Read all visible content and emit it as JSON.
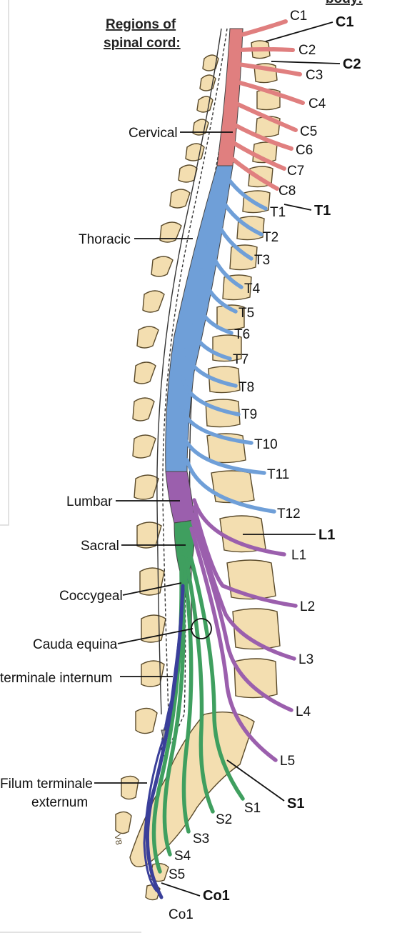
{
  "title": {
    "line1": "Regions of",
    "line2": "spinal cord:",
    "corner": "body:"
  },
  "regions": {
    "cervical": "Cervical",
    "thoracic": "Thoracic",
    "lumbar": "Lumbar",
    "sacral": "Sacral",
    "coccygeal": "Coccygeal",
    "cauda": "Cauda equina",
    "internum": "terminale internum",
    "externum1": "Filum terminale",
    "externum2": "externum"
  },
  "vertebra_labels": {
    "c1": "C1",
    "c2": "C2",
    "t1": "T1",
    "l1": "L1",
    "s1": "S1",
    "co1": "Co1"
  },
  "nerves": {
    "cervical": [
      "C1",
      "C2",
      "C3",
      "C4",
      "C5",
      "C6",
      "C7",
      "C8"
    ],
    "thoracic": [
      "T1",
      "T2",
      "T3",
      "T4",
      "T5",
      "T6",
      "T7",
      "T8",
      "T9",
      "T10",
      "T11",
      "T12"
    ],
    "lumbar": [
      "L1",
      "L2",
      "L3",
      "L4",
      "L5"
    ],
    "sacral": [
      "S1",
      "S2",
      "S3",
      "S4",
      "S5"
    ],
    "coccygeal": [
      "Co1"
    ]
  },
  "colors": {
    "cervical": "#e07f7f",
    "thoracic": "#6f9fd8",
    "lumbar": "#9b5fad",
    "sacral": "#3f9f5f",
    "coccygeal": "#3a3f9a",
    "bone": "#f3deb0",
    "bone_edge": "#5a4a2a"
  },
  "vertebral_scale": "V8"
}
